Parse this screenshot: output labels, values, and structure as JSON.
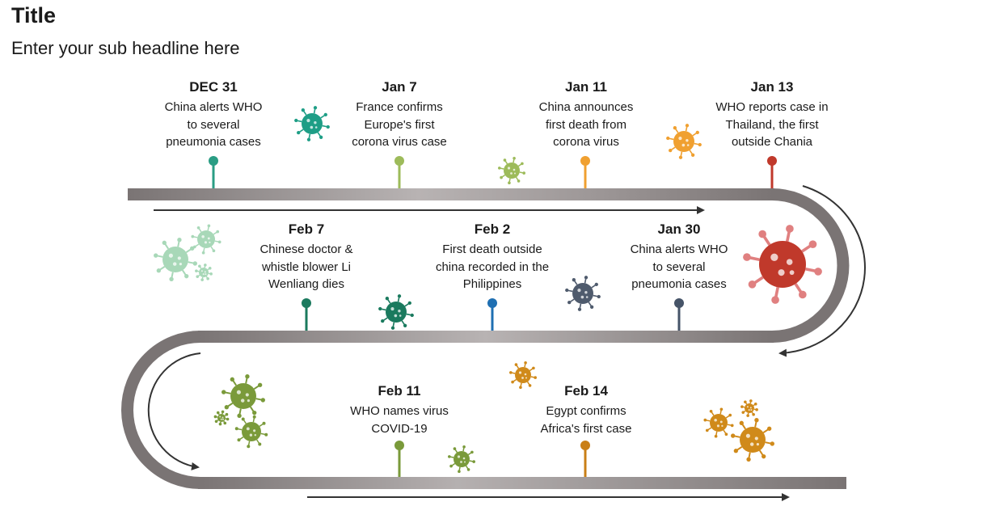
{
  "header": {
    "title": "Title",
    "subtitle": "Enter your sub headline here"
  },
  "colors": {
    "road_dark": "#7a7474",
    "road_light": "#b5b0b0",
    "arrow": "#333333",
    "virus_teal": "#1e9e86",
    "virus_green": "#9dbb5a",
    "virus_orange": "#f0a030",
    "virus_red": "#c0392b",
    "virus_red_spike": "#e08080",
    "virus_mint": "#a8d8b8",
    "virus_darkteal": "#1a7a5e",
    "virus_slate": "#4f5b6d",
    "virus_olive": "#7a9a3a",
    "virus_amber": "#d08a1a"
  },
  "events": [
    {
      "date": "DEC 31",
      "text": "China alerts WHO\nto several\npneumonia cases",
      "color": "#2a9d84"
    },
    {
      "date": "Jan 7",
      "text": "France confirms\nEurope's first\ncorona virus case",
      "color": "#9dbb5a"
    },
    {
      "date": "Jan 11",
      "text": "China announces\nfirst death from\ncorona virus",
      "color": "#f0a030"
    },
    {
      "date": "Jan 13",
      "text": "WHO reports case in\nThailand, the first\noutside  Chania",
      "color": "#c0392b"
    },
    {
      "date": "Feb 7",
      "text": "Chinese doctor  &\nwhistle blower Li\nWenliang dies",
      "color": "#1b7a5e"
    },
    {
      "date": "Feb 2",
      "text": "First death outside\nchina recorded in the\nPhilippines",
      "color": "#1f6fb2"
    },
    {
      "date": "Jan 30",
      "text": "China alerts WHO\nto several\npneumonia cases",
      "color": "#465468"
    },
    {
      "date": "Feb 11",
      "text": "WHO names virus\nCOVID-19",
      "color": "#7a9a3a"
    },
    {
      "date": "Feb 14",
      "text": "Egypt confirms\nAfrica's first case",
      "color": "#c97f16"
    }
  ]
}
